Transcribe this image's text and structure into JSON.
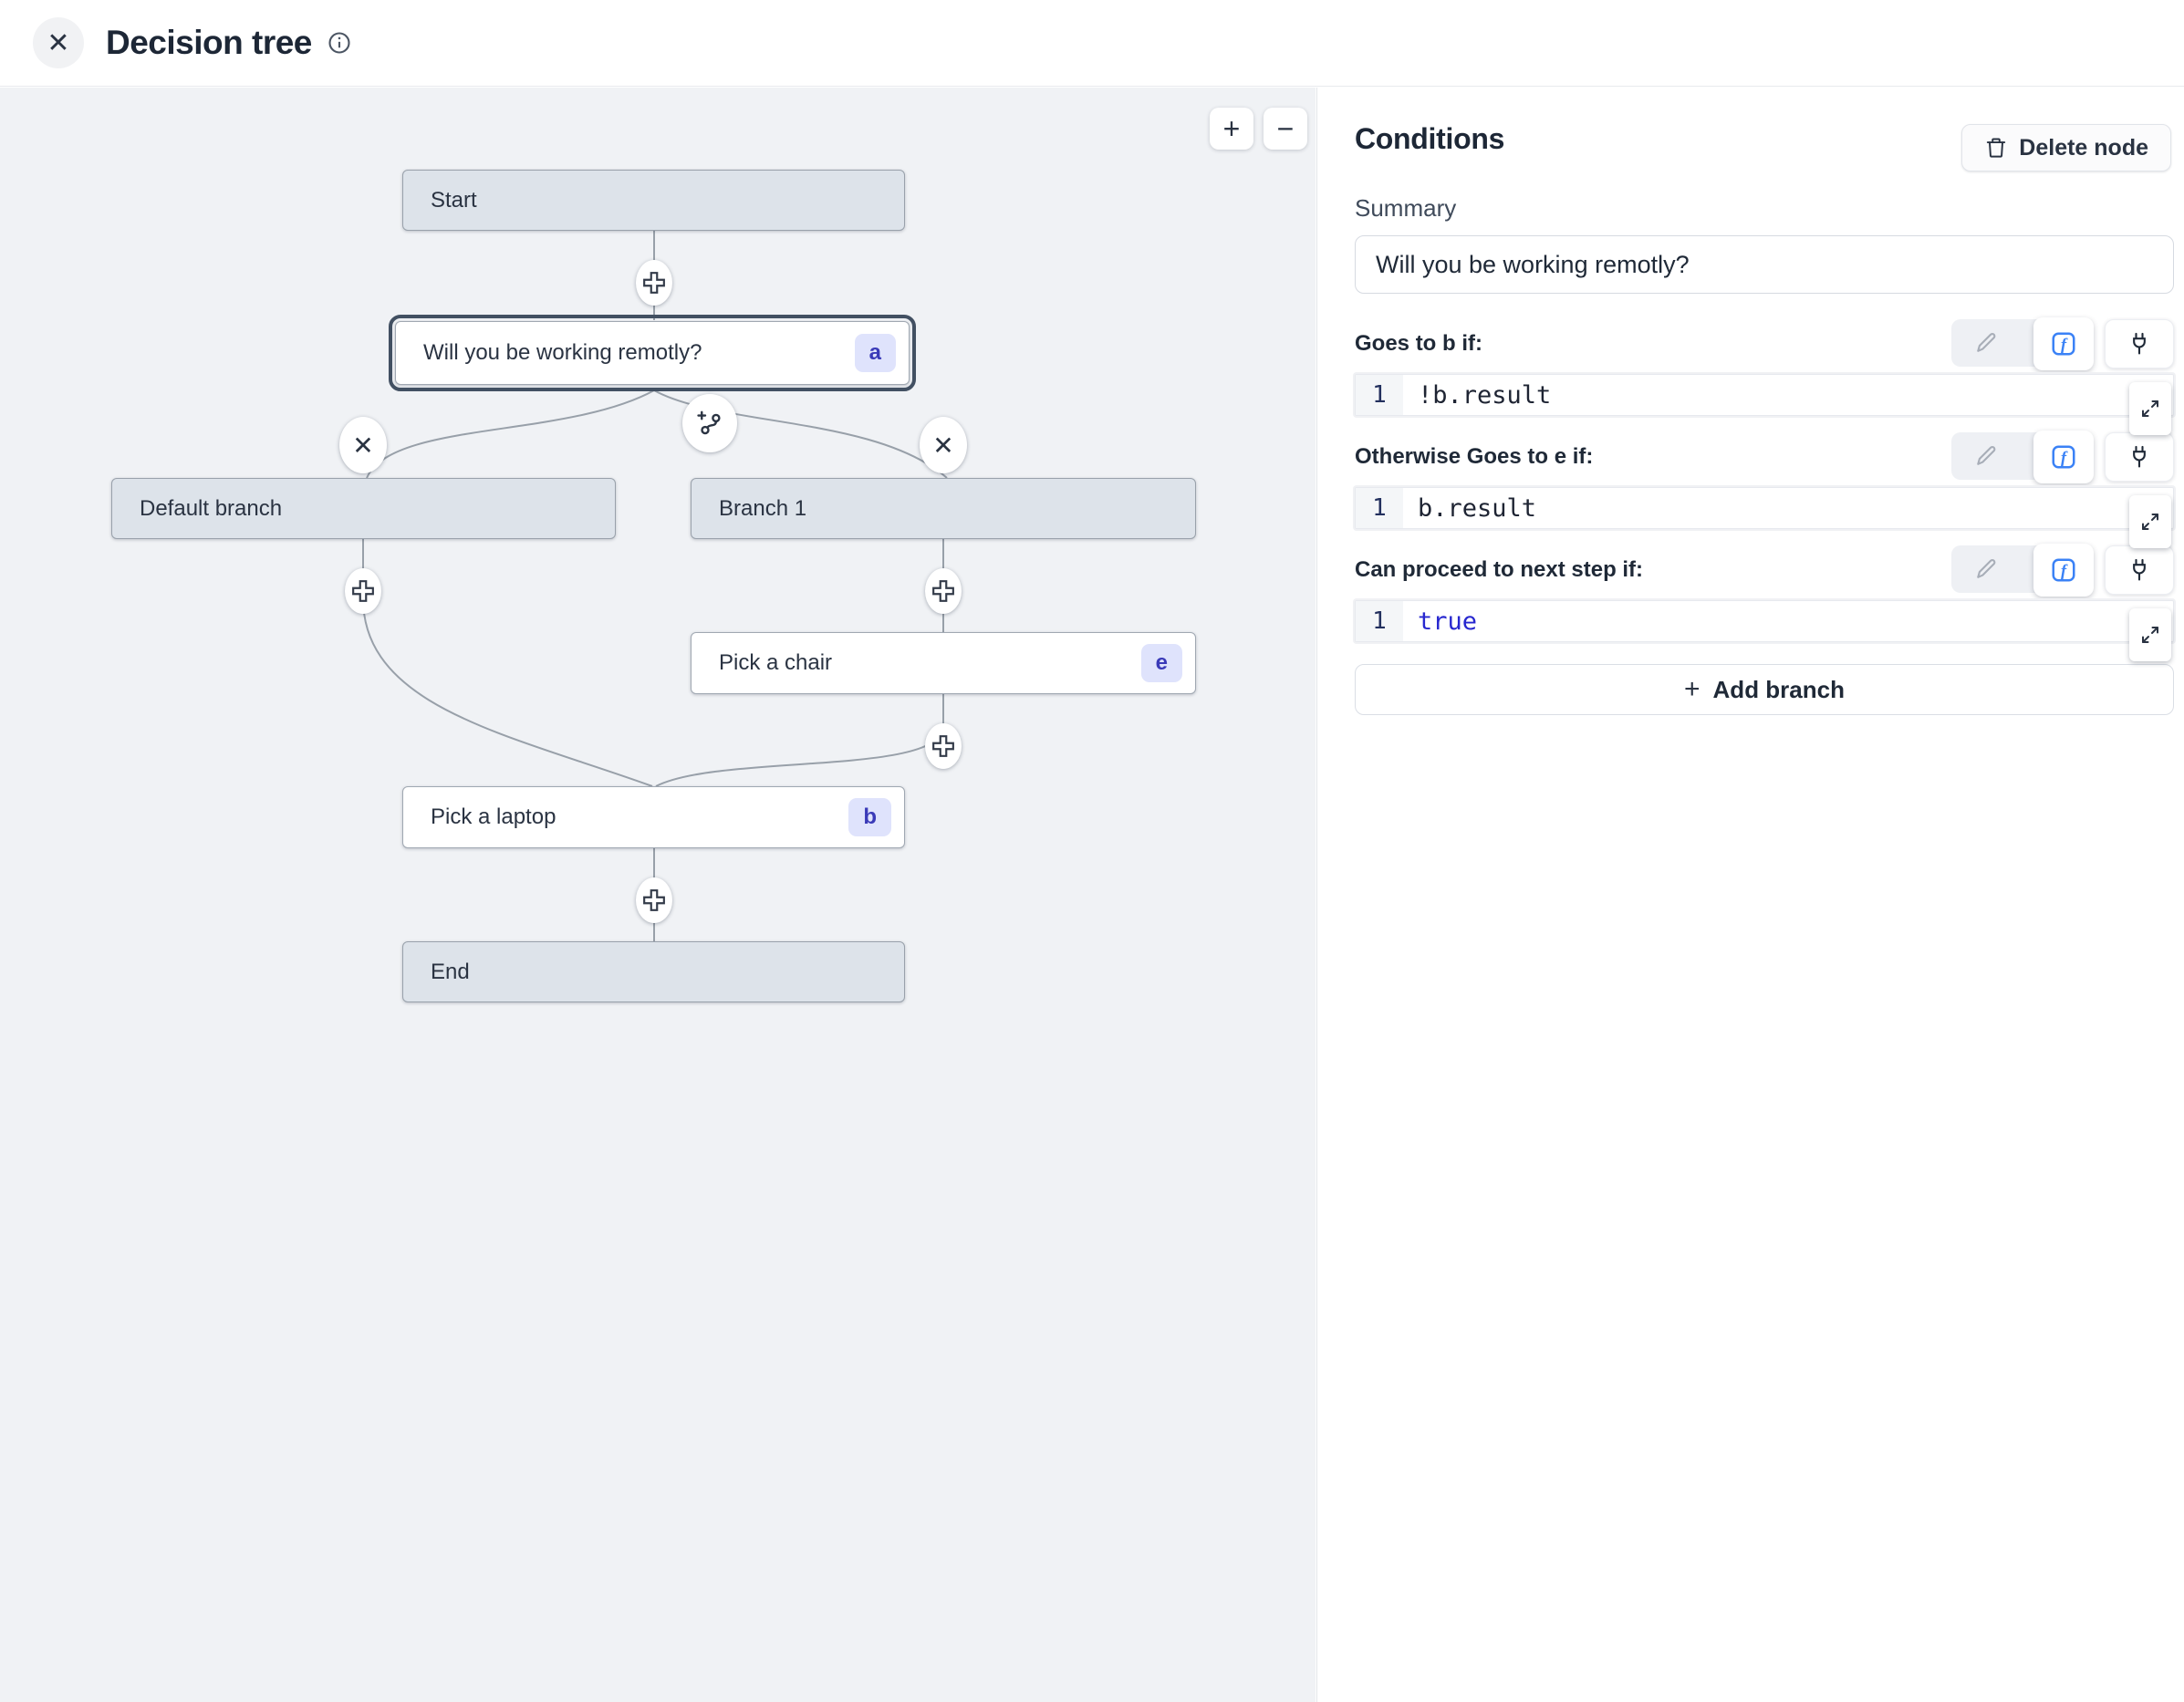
{
  "header": {
    "title": "Decision tree"
  },
  "icons": {
    "close": "✕",
    "zoom_in": "+",
    "zoom_out": "−",
    "add": "+"
  },
  "canvas": {
    "nodes": [
      {
        "id": "start",
        "label": "Start"
      },
      {
        "id": "question",
        "label": "Will you be working remotly?",
        "badge": "a",
        "selected": true
      },
      {
        "id": "default",
        "label": "Default branch"
      },
      {
        "id": "branch1",
        "label": "Branch 1"
      },
      {
        "id": "chair",
        "label": "Pick a chair",
        "badge": "e"
      },
      {
        "id": "laptop",
        "label": "Pick a laptop",
        "badge": "b"
      },
      {
        "id": "end",
        "label": "End"
      }
    ],
    "zoom_in": "+",
    "zoom_out": "−"
  },
  "panel": {
    "title": "Conditions",
    "delete_button": "Delete node",
    "summary": {
      "label": "Summary",
      "value": "Will you be working remotly?"
    },
    "sections": [
      {
        "label": "Goes to b if:",
        "line_no": "1",
        "code": "!b.result"
      },
      {
        "label": "Otherwise Goes to e if:",
        "line_no": "1",
        "code": "b.result"
      },
      {
        "label": "Can proceed to next step if:",
        "line_no": "1",
        "code": "true",
        "code_style": "keyword"
      }
    ],
    "add_branch_label": "Add branch"
  },
  "colors": {
    "accent_blue": "#3b82f6",
    "keyword_blue": "#2727cf",
    "node_fill_gray": "#dde3ea",
    "node_border": "#99a1ab",
    "selected_outline": "#425062",
    "badge_bg": "#dfe3fc",
    "badge_text": "#3a3ab8",
    "canvas_bg": "#f0f2f5"
  }
}
